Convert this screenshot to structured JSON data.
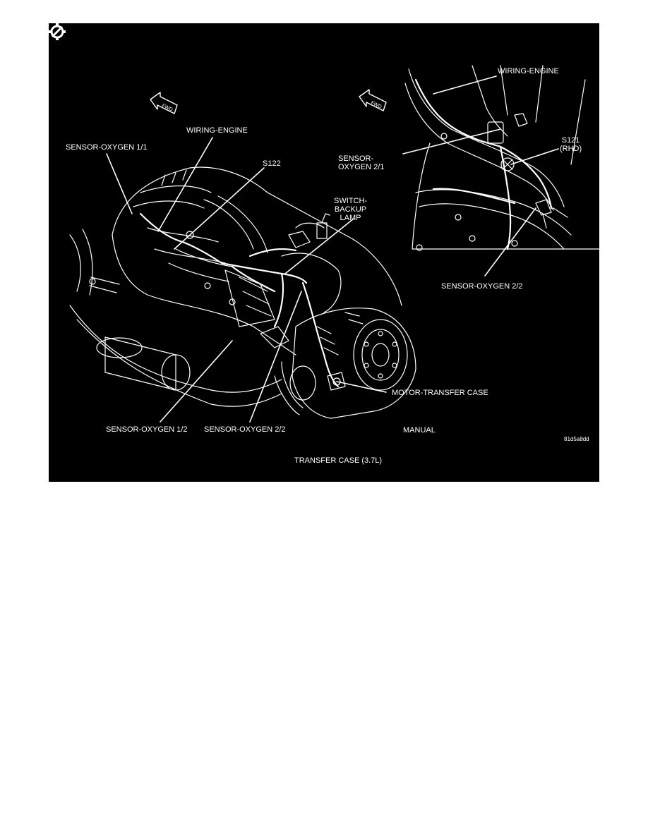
{
  "figure": {
    "labels": {
      "sensor_oxygen_1_1": "SENSOR-OXYGEN 1/1",
      "wiring_engine_left": "WIRING-ENGINE",
      "s122": "S122",
      "switch_backup_lamp": "SWITCH-\nBACKUP\nLAMP",
      "wiring_engine_right": "WIRING-ENGINE",
      "sensor_oxygen_2_1": "SENSOR-\nOXYGEN 2/1",
      "s121_rhd": "S121\n(RHD)",
      "sensor_oxygen_2_2_right": "SENSOR-OXYGEN 2/2",
      "motor_transfer_case": "MOTOR-TRANSFER CASE",
      "sensor_oxygen_1_2": "SENSOR-OXYGEN 1/2",
      "sensor_oxygen_2_2_bottom": "SENSOR-OXYGEN 2/2",
      "manual": "MANUAL",
      "figure_code": "81d5a8dd",
      "caption": "TRANSFER CASE (3.7L)"
    }
  }
}
